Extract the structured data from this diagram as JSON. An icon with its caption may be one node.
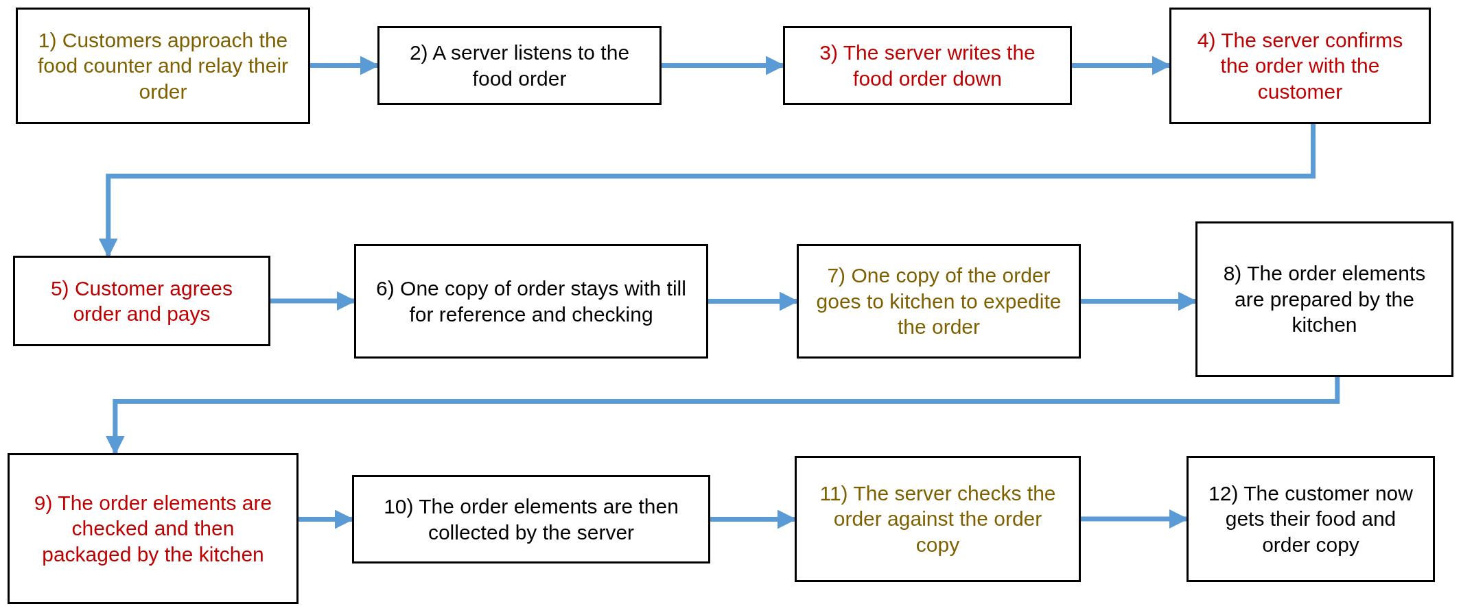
{
  "diagram": {
    "nodes": [
      {
        "text": [
          "1) Customers approach the food counter and relay their order"
        ]
      },
      {
        "text": [
          "2) A server listens to the food order"
        ]
      },
      {
        "text": [
          "3) The server writes the food order down"
        ]
      },
      {
        "text": [
          "4) The server confirms the order with the customer"
        ]
      },
      {
        "text": [
          "5) Customer agrees order and pays"
        ]
      },
      {
        "text": [
          "6) One copy of order stays with till for reference and checking"
        ]
      },
      {
        "text": [
          "7) One copy of the order goes to kitchen to expedite the order"
        ]
      },
      {
        "text": [
          "8) The order elements are prepared by the kitchen"
        ]
      },
      {
        "text": [
          "9) The order elements are checked and then packaged by the kitchen"
        ]
      },
      {
        "text": [
          "10) The order elements are then collected by the server"
        ]
      },
      {
        "text": [
          "11) The server checks the order against the order copy"
        ]
      },
      {
        "text": [
          "12) The customer now gets their food and order copy"
        ]
      }
    ],
    "edges": [
      {
        "from": 0,
        "to": 1,
        "arrow": "to"
      },
      {
        "from": 1,
        "to": 2,
        "arrow": "to"
      },
      {
        "from": 2,
        "to": 3,
        "arrow": "to"
      },
      {
        "from": 3,
        "to": 4,
        "arrow": "to"
      },
      {
        "from": 4,
        "to": 5,
        "arrow": "to"
      },
      {
        "from": 5,
        "to": 6,
        "arrow": "to"
      },
      {
        "from": 6,
        "to": 7,
        "arrow": "to"
      },
      {
        "from": 7,
        "to": 8,
        "arrow": "to"
      },
      {
        "from": 8,
        "to": 9,
        "arrow": "to"
      },
      {
        "from": 9,
        "to": 10,
        "arrow": "to"
      },
      {
        "from": 10,
        "to": 11,
        "arrow": "to"
      }
    ]
  }
}
